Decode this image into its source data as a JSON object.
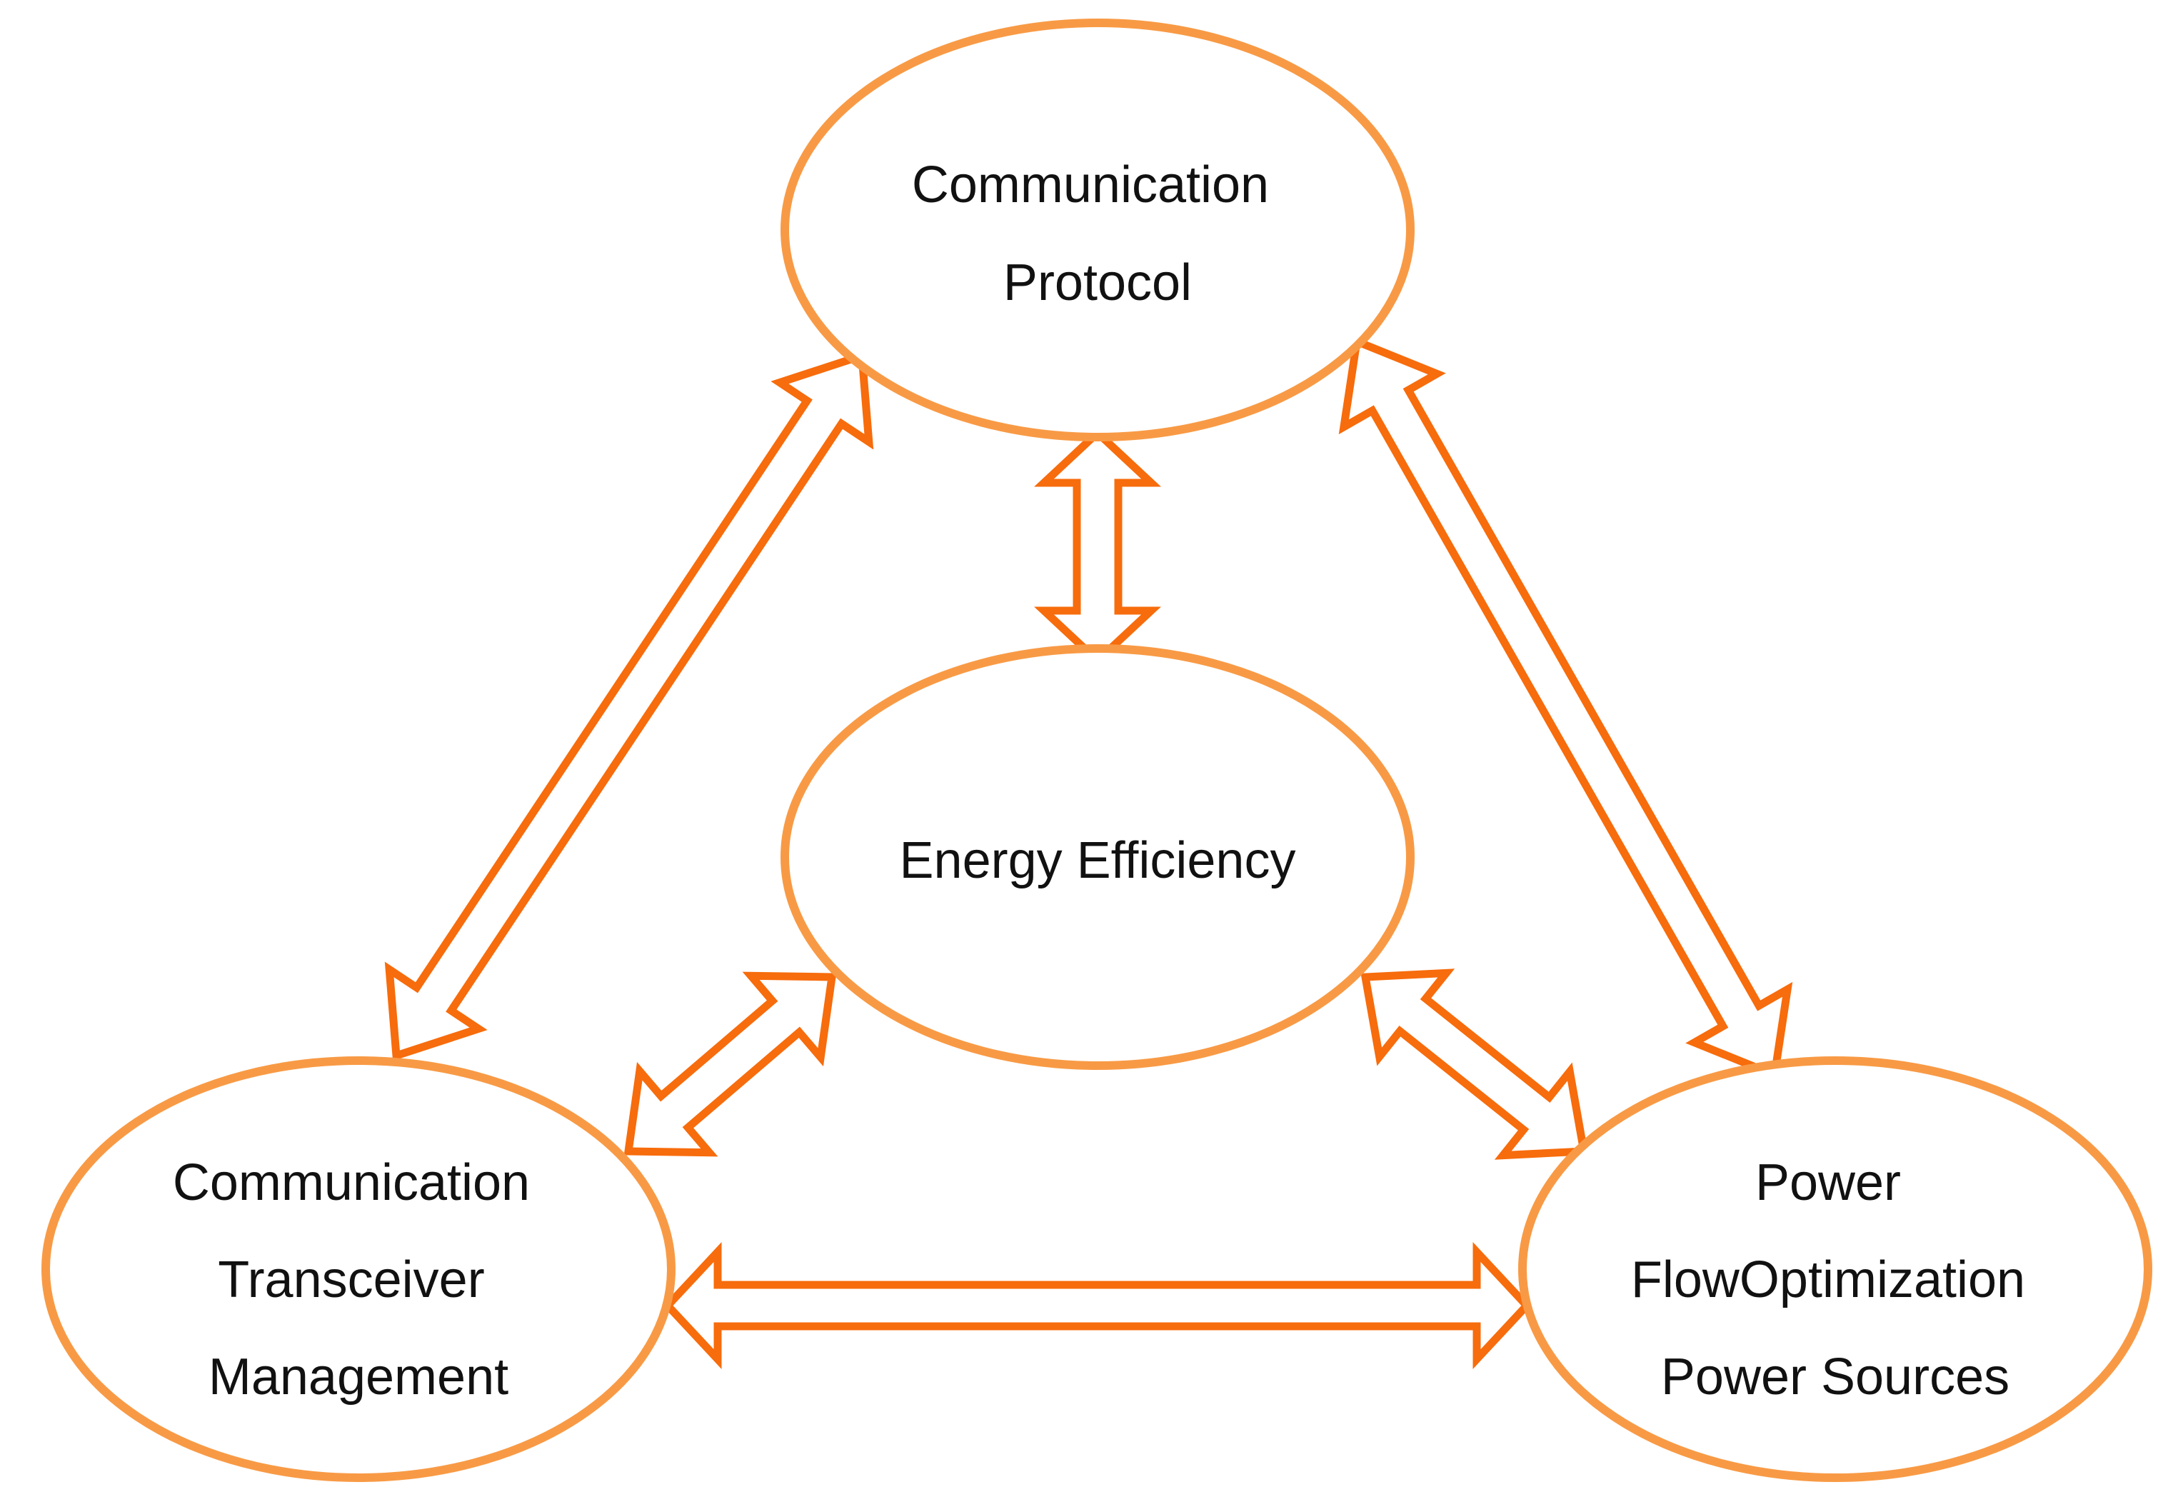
{
  "nodes": {
    "top": {
      "lines": [
        "Communication",
        "Protocol"
      ]
    },
    "center": {
      "lines": [
        "Energy Efficiency"
      ]
    },
    "left": {
      "lines": [
        "Communication",
        "Transceiver",
        "Management"
      ]
    },
    "right": {
      "lines": [
        "Power",
        "FlowOptimization",
        "Power Sources"
      ]
    }
  },
  "colors": {
    "ellipse_stroke": "#f89a45",
    "arrow_stroke": "#f76c0c",
    "text": "#111111"
  }
}
